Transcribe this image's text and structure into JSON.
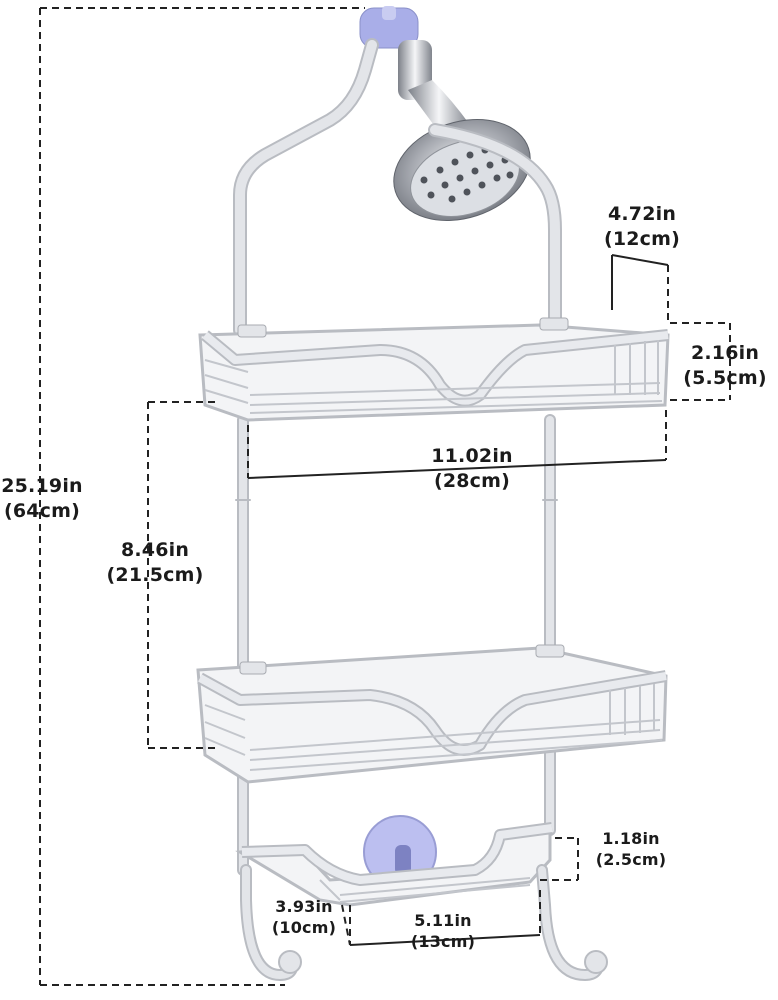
{
  "colors": {
    "metal": "#e3e5e9",
    "metal_edge": "#b9bcc2",
    "dash": "#222222",
    "suction": "#a9aee8"
  },
  "dimensions": {
    "total_height": {
      "in": "25.19in",
      "cm": "(64cm)"
    },
    "shelf_gap": {
      "in": "8.46in",
      "cm": "(21.5cm)"
    },
    "depth": {
      "in": "4.72in",
      "cm": "(12cm)"
    },
    "shelf_height": {
      "in": "2.16in",
      "cm": "(5.5cm)"
    },
    "width": {
      "in": "11.02in",
      "cm": "(28cm)"
    },
    "soap_height": {
      "in": "1.18in",
      "cm": "(2.5cm)"
    },
    "soap_depth": {
      "in": "3.93in",
      "cm": "(10cm)"
    },
    "soap_width": {
      "in": "5.11in",
      "cm": "(13cm)"
    }
  }
}
